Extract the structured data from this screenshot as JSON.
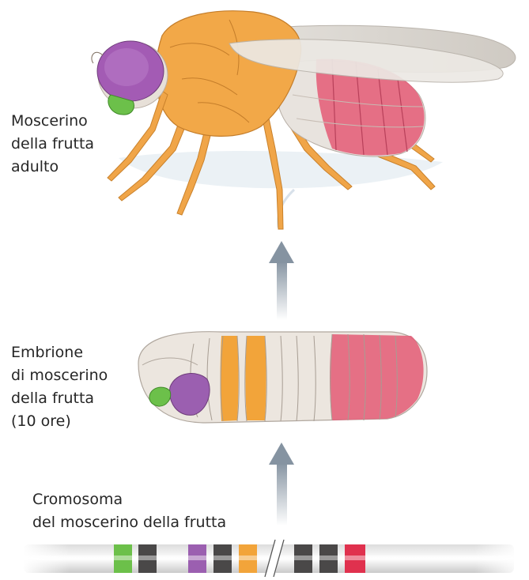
{
  "labels": {
    "adult": [
      "Moscerino",
      "della frutta",
      "adulto"
    ],
    "embryo": [
      "Embrione",
      "di moscerino",
      "della frutta",
      "(10 ore)"
    ],
    "chromosome": [
      "Cromosoma",
      "del moscerino della frutta"
    ]
  },
  "colors": {
    "head_segment": "#9b5fb0",
    "eye": "#a35bb4",
    "mouth_segment": "#6cc04a",
    "thorax_segment": "#f2a43a",
    "abdomen_segment": "#e45a75",
    "body_neutral": "#e9e4df",
    "gene_dark": "#4a4848",
    "arrow": "#8a96a3"
  },
  "chromosome_genes": [
    "green",
    "dark",
    "purple",
    "dark",
    "orange",
    "dark",
    "dark",
    "red"
  ]
}
